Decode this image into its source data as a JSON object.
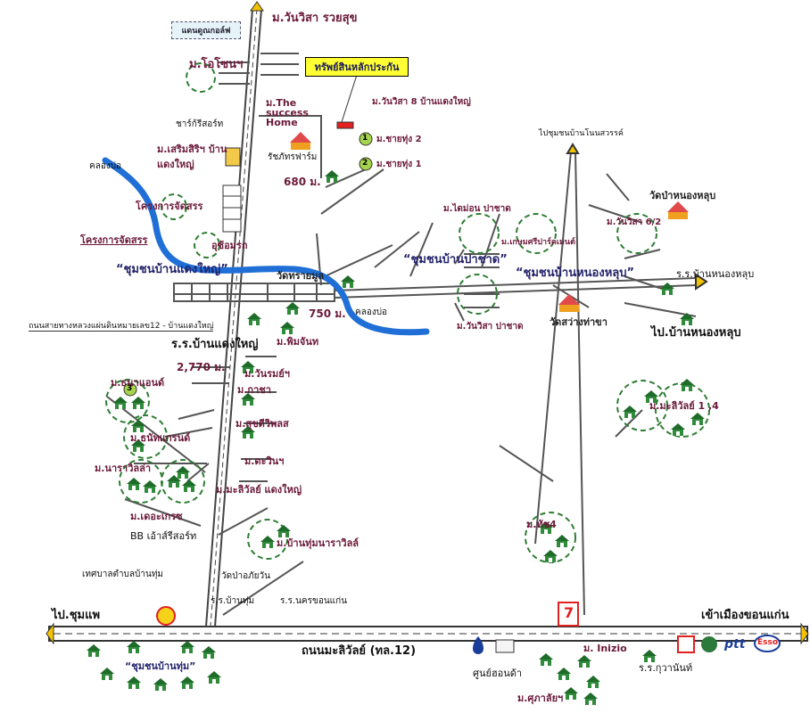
{
  "labels": {
    "village_wanwisa_ruaysuk": "ม.วันวิสา รวยสุข",
    "golf_course": "แดนดูณกอล์ฟ",
    "village_ochon": "ม.โอโซนฯ",
    "asset": "ทรัพย์สินหลักประกัน",
    "village_success_home": "ม.The success Home",
    "village_wanwisa8": "ม.วันวิสา 8 บ้านแดงใหญ่",
    "resort": "ชาร์ก้รีสอร์ท",
    "village_saisung2": "ม.ชายทุ่ง 2",
    "village_saisung1": "ม.ชายทุ่ง 1",
    "rattanawan": "รัชภัทรฟาร์ม",
    "village_soemsiri": "ม.เสริมสิริฯ บ้านแดงใหญ่",
    "canal_north": "คลองบ่อ",
    "project1": "โครงการจัดสรร",
    "project2": "โครงการจัดสรร",
    "dist_680": "680 ม.",
    "to_community_nongsawan": "ไปชุมชนบ้านโนนสวรรค์",
    "wat_pa_nonghub": "วัดป่าหนองหลุบ",
    "village_kaimon": "ม.ไดม่อน ปาชาด",
    "village_royal": "ม.เกษมศรีปาร์คเมนต์",
    "village_wanwisa6_2": "ม.วันวิสา 6/2",
    "cemetery": "อุซ้อมรถ",
    "community_pachat": "“ชุมชนบ้านปาชาด”",
    "community_nonghub": "“ชุมชนบ้านหนองหลุบ”",
    "community_daengyai": "“ชุมชนบ้านแดงใหญ่”",
    "school_nonghub": "ร.ร.บ้านหนองหลุบ",
    "wat_sai_mun": "วัดทรายมูล",
    "village_wanwisa_pachat": "ม.วันวิสา ปาชาด",
    "wat_sawang": "วัดสว่างท่าขา",
    "to_nonghub": "ไป.บ้านหนองหลุบ",
    "highway_note": "ถนนสายทางหลวงแผ่นดินหมายเลข12 - บ้านแดงใหญ่",
    "dist_750": "750 ม.",
    "canal_south": "คลองบ่อ",
    "school_daengyai": "ร.ร.บ้านแดงใหญ่",
    "village_pimjan": "ม.พิมจันท",
    "dist_2770": "2,770 ม.",
    "village_thamma": "ม.ธนาแอนด์",
    "village_wanrom": "ม.วันรมย์ฯ",
    "village_kaewsai": "ม.กาชา",
    "village_mali": "ม.มะลิวัลย์ 1 ,4",
    "village_thanat_grand": "ม.ธนัทแกรนด์",
    "village_sukdiplus": "ม.สุขดีวิพลส",
    "village_dakowin": "ม.ดะวินฯ",
    "village_naraville": "ม.นาราวิลล่า",
    "village_mali_daengyai": "ม.มะลิวัลย์ แดงใหญ่",
    "village_tokrat": "ม.เดอะเกรซ",
    "village_tat4": "ม.ทัช4",
    "bb_resort": "BB เอ้าส์รีสอร์ท",
    "village_banthum_naraville": "ม.บ้านทุ่มนาราวิลล์",
    "municipality": "เทศบาลตำบลบ้านทุ่ม",
    "wat_pa_aphaiwan": "วัดป่าอภัยวัน",
    "school_banthum": "ร.ร.บ้านทุ่ม",
    "school_nakhon": "ร.ร.นครขอนแก่น",
    "to_chumphae": "ไป.ชุมแพ",
    "to_khonkaen": "เข้าเมืองขอนแก่น",
    "mittraphap_road": "ถนนมะลิวัลย์ (ทล.12)",
    "community_banthum": "“ชุมชนบ้านทุ่ม”",
    "mall": "ศูนย์ฮอนด้า",
    "village_inizio": "ม. Inizio",
    "school_kuwan": "ร.ร.กุวานันท์",
    "village_kulaya": "ม.ศุภาลัยฯ",
    "marker1": "1",
    "marker2": "2",
    "marker3": "3",
    "seven_eleven": "7",
    "ptt": "ptt",
    "esso": "Esso"
  },
  "colors": {
    "canal": "#1f6fd6",
    "road": "#555555",
    "village_ring": "#2e7d32",
    "house": "#1f6b2a",
    "highlight": "#ffff33",
    "label_text": "#6b1a3a"
  }
}
